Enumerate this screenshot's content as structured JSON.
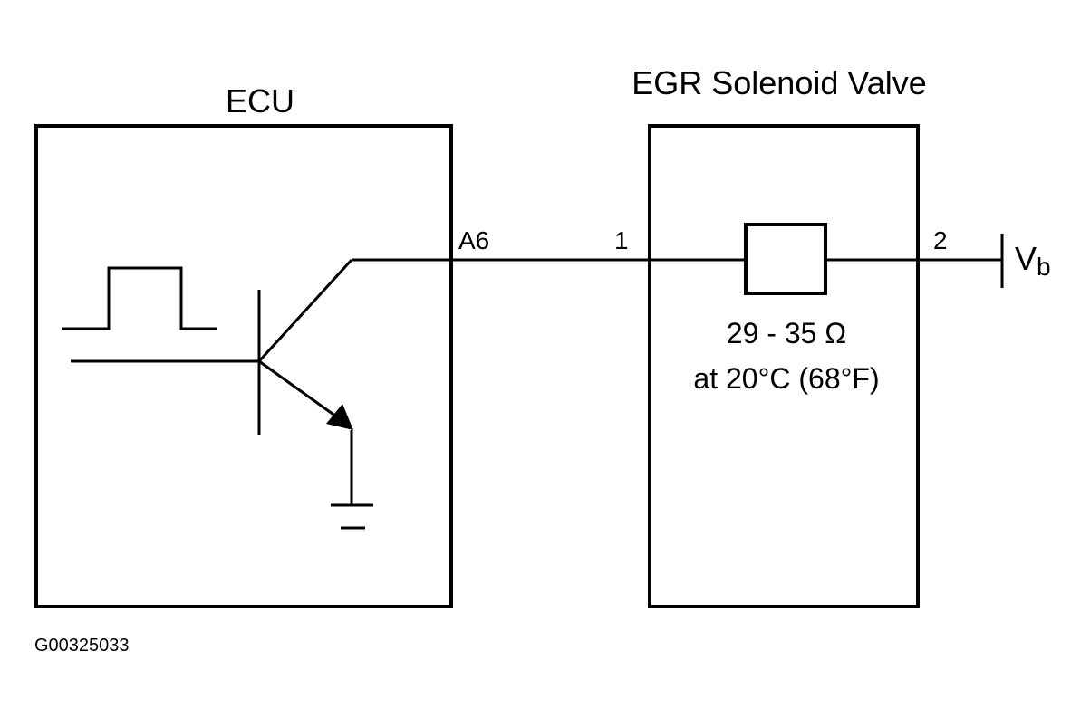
{
  "ecu": {
    "title": "ECU",
    "pin_label": "A6"
  },
  "valve": {
    "title": "EGR Solenoid Valve",
    "pin1_label": "1",
    "pin2_label": "2",
    "resistance": "29 - 35 Ω",
    "condition": "at 20°C (68°F)"
  },
  "supply": {
    "label_main": "V",
    "label_sub": "b"
  },
  "figure_code": "G00325033"
}
